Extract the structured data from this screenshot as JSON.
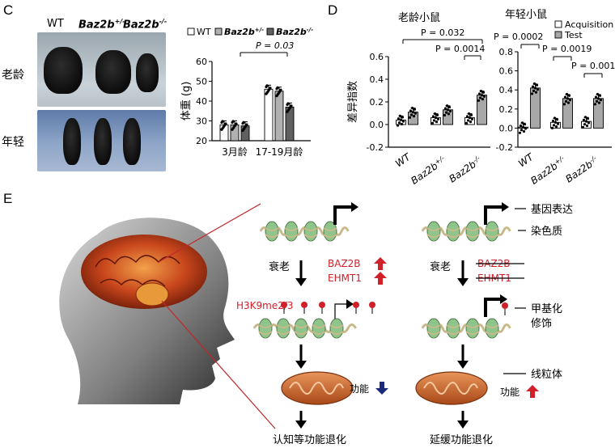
{
  "panel_c": {
    "label": "C",
    "photo_wt": "WT",
    "photo_het": "Baz2b",
    "photo_het_sup": "+/-",
    "photo_ko": "Baz2b",
    "photo_ko_sup": "-/-",
    "row_old": "老龄",
    "row_young": "年轻",
    "legend": [
      {
        "name": "WT",
        "color": "#ffffff"
      },
      {
        "name": "Baz2b",
        "sup": "+/-",
        "color": "#b0b0b0"
      },
      {
        "name": "Baz2b",
        "sup": "-/-",
        "color": "#606060"
      }
    ],
    "pvalue": "P = 0.03"
  },
  "panel_d": {
    "label": "D",
    "title_old": "老龄小鼠",
    "title_young": "年轻小鼠",
    "legend": [
      {
        "name": "Acquisition",
        "color": "#ffffff"
      },
      {
        "name": "Test",
        "color": "#a8a8a8"
      }
    ],
    "p_old_top": "P = 0.032",
    "p_old_bottom": "P = 0.0014",
    "p_young_1": "P = 0.0002",
    "p_young_2": "P = 0.0019",
    "p_young_3": "P = 0.001",
    "x_wt": "WT",
    "x_het": "Baz2b",
    "x_het_sup": "+/-",
    "x_ko": "Baz2b",
    "x_ko_sup": "-/-"
  },
  "chart_data": [
    {
      "type": "bar",
      "ylabel": "体重 (g)",
      "ylim": [
        20,
        60
      ],
      "yticks": [
        "20",
        "30",
        "40",
        "50",
        "60"
      ],
      "categories": [
        "3月龄",
        "17-19月龄"
      ],
      "series": [
        {
          "name": "WT",
          "values": [
            28,
            46
          ]
        },
        {
          "name": "Baz2b+/-",
          "values": [
            28,
            45
          ]
        },
        {
          "name": "Baz2b-/-",
          "values": [
            27.5,
            37
          ]
        }
      ]
    },
    {
      "type": "bar",
      "title": "老龄小鼠",
      "ylabel": "差异指数",
      "ylim": [
        -0.2,
        0.6
      ],
      "yticks": [
        "-0.2",
        "0.0",
        "0.2",
        "0.4",
        "0.6"
      ],
      "categories": [
        "WT",
        "Baz2b+/-",
        "Baz2b-/-"
      ],
      "series": [
        {
          "name": "Acquisition",
          "values": [
            0.04,
            0.06,
            0.06
          ]
        },
        {
          "name": "Test",
          "values": [
            0.11,
            0.13,
            0.26
          ]
        }
      ]
    },
    {
      "type": "bar",
      "title": "年轻小鼠",
      "ylim": [
        -0.2,
        0.8
      ],
      "yticks": [
        "-0.2",
        "0.0",
        "0.2",
        "0.4",
        "0.6",
        "0.8"
      ],
      "categories": [
        "WT",
        "Baz2b+/-",
        "Baz2b-/-"
      ],
      "series": [
        {
          "name": "Acquisition",
          "values": [
            0.01,
            0.06,
            0.07
          ]
        },
        {
          "name": "Test",
          "values": [
            0.42,
            0.31,
            0.31
          ]
        }
      ]
    }
  ],
  "panel_e": {
    "label": "E",
    "label_gene": "基因表达",
    "label_chromatin": "染色质",
    "aging": "衰老",
    "baz2b": "BAZ2B",
    "ehmt1": "EHMT1",
    "h3k9": "H3K9me2/3",
    "methyl_1": "甲基化",
    "methyl_2": "修饰",
    "mito": "线粒体",
    "func": "功能",
    "decline": "认知等功能退化",
    "delay": "延缓功能退化"
  },
  "colors": {
    "red": "#d0202a",
    "navy": "#1c2a7a",
    "nucleosome": "#8fc48a",
    "mito": "#d2743a"
  }
}
